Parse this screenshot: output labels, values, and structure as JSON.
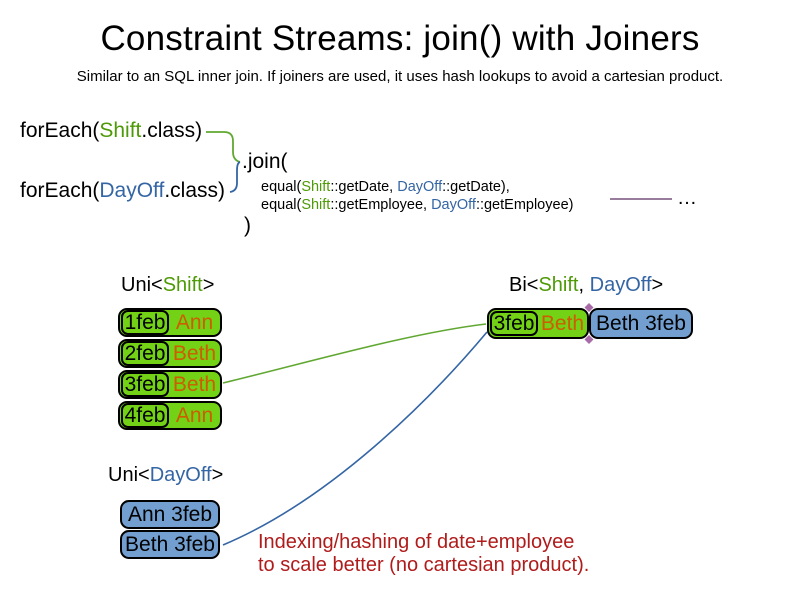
{
  "slide": {
    "title": "Constraint Streams: join() with Joiners",
    "subtitle": "Similar to an SQL inner join. If joiners are used, it uses hash lookups to avoid a cartesian product."
  },
  "code": {
    "foreach_shift": {
      "pre": "forEach(",
      "cls": "Shift",
      "post": ".class)"
    },
    "foreach_dayoff": {
      "pre": "forEach(",
      "cls": "DayOff",
      "post": ".class)"
    },
    "join_open": ".join(",
    "joiners": [
      {
        "pre": "equal(",
        "shift": "Shift",
        "mid": "::getDate, ",
        "dayoff": "DayOff",
        "post": "::getDate),"
      },
      {
        "pre": "equal(",
        "shift": "Shift",
        "mid": "::getEmployee, ",
        "dayoff": "DayOff",
        "post": "::getEmployee)"
      }
    ],
    "join_close": ")",
    "more": "…"
  },
  "uni_shift": {
    "label_pre": "Uni<",
    "label_type": "Shift",
    "label_post": ">",
    "rows": [
      {
        "date": "1feb",
        "employee": "Ann"
      },
      {
        "date": "2feb",
        "employee": "Beth"
      },
      {
        "date": "3feb",
        "employee": "Beth"
      },
      {
        "date": "4feb",
        "employee": "Ann"
      }
    ]
  },
  "uni_dayoff": {
    "label_pre": "Uni<",
    "label_type": "DayOff",
    "label_post": ">",
    "rows": [
      {
        "text": "Ann 3feb"
      },
      {
        "text": "Beth 3feb"
      }
    ]
  },
  "bi": {
    "label_pre": "Bi<",
    "label_shift": "Shift",
    "label_comma": ", ",
    "label_dayoff": "DayOff",
    "label_post": ">",
    "shift_date": "3feb",
    "shift_employee": "Beth",
    "dayoff_text": "Beth 3feb"
  },
  "annotation": {
    "line1": "Indexing/hashing of date+employee",
    "line2": "to scale better (no cartesian product)."
  },
  "colors": {
    "shift_green_text": "#4e9a06",
    "shift_green_fill": "#73d216",
    "green_line": "#61a832",
    "dayoff_blue_text": "#3465a4",
    "dayoff_blue_fill": "#729fcf",
    "blue_line": "#3465a4",
    "employee_orange": "#ce5c00",
    "annotation_red": "#b01b1b",
    "joiner_purple": "#75507b",
    "junction_diamond": "#a86ba8"
  }
}
